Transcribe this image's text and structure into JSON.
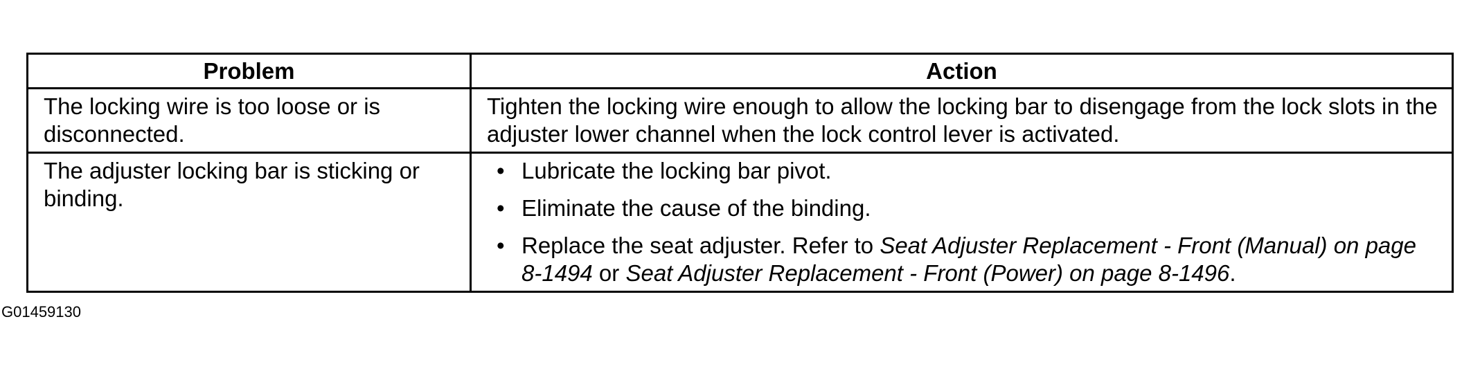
{
  "table": {
    "headers": {
      "problem": "Problem",
      "action": "Action"
    },
    "rows": [
      {
        "problem": "The locking wire is too loose or is disconnected.",
        "action": "Tighten the locking wire enough to allow the locking bar to disengage from the lock slots in the adjuster lower channel when the lock control lever is activated."
      },
      {
        "problem": "The adjuster locking bar is sticking or binding.",
        "actions": [
          {
            "text": "Lubricate the locking bar pivot."
          },
          {
            "text": "Eliminate the cause of the binding."
          },
          {
            "text": "Replace the seat adjuster. Refer to ",
            "ref1": "Seat Adjuster Replacement - Front (Manual) on page 8-1494",
            "joiner": " or ",
            "ref2": "Seat Adjuster Replacement - Front (Power) on page 8-1496",
            "end": "."
          }
        ]
      }
    ],
    "bullet": "•"
  },
  "figure_id": "G01459130"
}
